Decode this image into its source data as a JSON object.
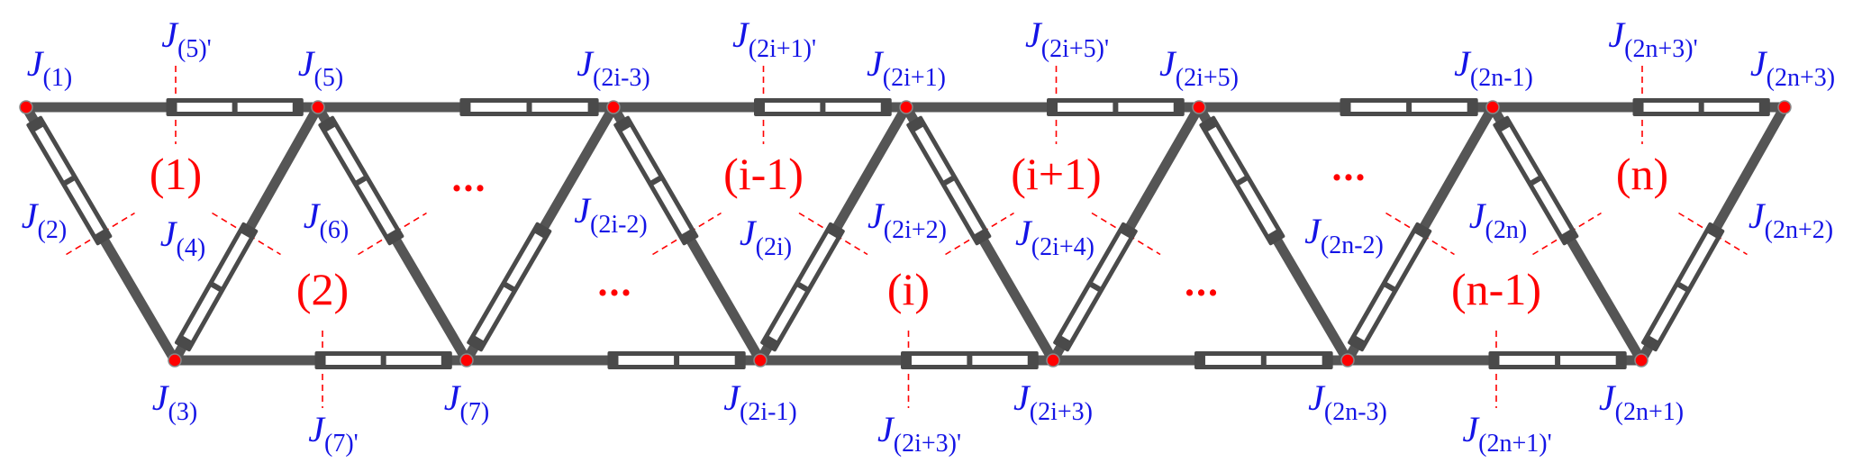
{
  "title": "Truss joint and module numbering diagram",
  "colors": {
    "joint_label": "#1414e6",
    "module_label": "#ff0000",
    "node": "#ff0000",
    "member": "#555555",
    "actuator": "#4a4a4a",
    "dashed": "#ff0000"
  },
  "joints": {
    "top": [
      {
        "main": "J",
        "sub": "(1)"
      },
      {
        "main": "J",
        "sub": "(5)"
      },
      {
        "main": "J",
        "sub": "(2i-3)"
      },
      {
        "main": "J",
        "sub": "(2i+1)"
      },
      {
        "main": "J",
        "sub": "(2i+5)"
      },
      {
        "main": "J",
        "sub": "(2n-1)"
      },
      {
        "main": "J",
        "sub": "(2n+3)"
      }
    ],
    "bottom": [
      {
        "main": "J",
        "sub": "(3)"
      },
      {
        "main": "J",
        "sub": "(7)"
      },
      {
        "main": "J",
        "sub": "(2i-1)"
      },
      {
        "main": "J",
        "sub": "(2i+3)"
      },
      {
        "main": "J",
        "sub": "(2n-3)"
      },
      {
        "main": "J",
        "sub": "(2n+1)"
      }
    ],
    "primed_top": [
      {
        "main": "J",
        "sub": "(5)'"
      },
      {
        "main": "J",
        "sub": "(2i+1)'"
      },
      {
        "main": "J",
        "sub": "(2i+5)'"
      },
      {
        "main": "J",
        "sub": "(2n+3)'"
      }
    ],
    "primed_bottom": [
      {
        "main": "J",
        "sub": "(7)'"
      },
      {
        "main": "J",
        "sub": "(2i+3)'"
      },
      {
        "main": "J",
        "sub": "(2n+1)'"
      }
    ],
    "diagonal": [
      {
        "main": "J",
        "sub": "(2)"
      },
      {
        "main": "J",
        "sub": "(4)"
      },
      {
        "main": "J",
        "sub": "(6)"
      },
      {
        "main": "J",
        "sub": "(2i-2)"
      },
      {
        "main": "J",
        "sub": "(2i)"
      },
      {
        "main": "J",
        "sub": "(2i+2)"
      },
      {
        "main": "J",
        "sub": "(2i+4)"
      },
      {
        "main": "J",
        "sub": "(2n-2)"
      },
      {
        "main": "J",
        "sub": "(2n)"
      },
      {
        "main": "J",
        "sub": "(2n+2)"
      }
    ]
  },
  "modules": {
    "top": [
      "(1)",
      "...",
      "(i-1)",
      "(i+1)",
      "...",
      "(n)"
    ],
    "bottom": [
      "(2)",
      "...",
      "(i)",
      "...",
      "(n-1)"
    ]
  }
}
